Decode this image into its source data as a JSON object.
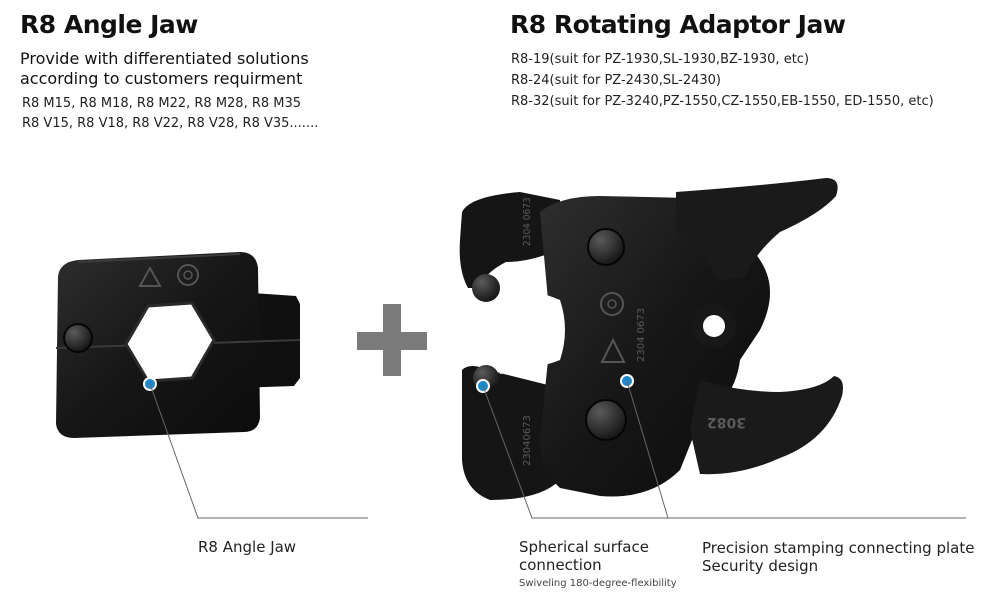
{
  "left": {
    "title": "R8 Angle Jaw",
    "subtitle_lines": [
      "Provide with differentiated solutions",
      "according to customers requirment"
    ],
    "model_lines": [
      "R8 M15, R8 M18, R8 M22, R8 M28, R8 M35",
      "R8 V15, R8 V18, R8 V22, R8 V28, R8 V35......."
    ],
    "callout": "R8 Angle Jaw"
  },
  "right": {
    "title": "R8 Rotating Adaptor Jaw",
    "suit_lines": [
      "R8-19(suit for PZ-1930,SL-1930,BZ-1930, etc)",
      "R8-24(suit for PZ-2430,SL-2430)",
      "R8-32(suit for PZ-3240,PZ-1550,CZ-1550,EB-1550, ED-1550, etc)"
    ],
    "callout_spherical": [
      "Spherical surface",
      "connection"
    ],
    "callout_spherical_note": "Swiveling 180-degree-flexibility",
    "callout_precision": [
      "Precision stamping connecting plate",
      "Security design"
    ]
  },
  "stamps": {
    "serial_a": "2304 0673",
    "serial_b": "2304 0673",
    "serial_c": "23040673",
    "code": "3082"
  },
  "colors": {
    "jaw": "#1b1b1b",
    "plus": "#7b7b7b",
    "dot": "#1e88c8",
    "leader": "#666666"
  }
}
